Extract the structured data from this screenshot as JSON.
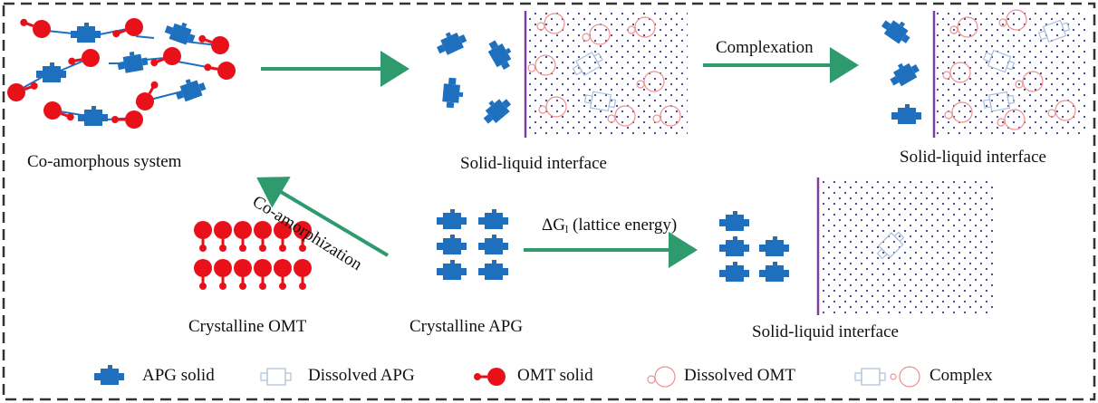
{
  "colors": {
    "apg_solid": "#1f6fbf",
    "dissolved": "#a9bfd9",
    "omt_solid": "#e8111a",
    "dissolved_omt": "#f09090",
    "arrow": "#2e9a6e",
    "interface": "#7b3fa0",
    "dots": "#3b3b8f",
    "border": "#333333"
  },
  "labels": {
    "co_amorphous": "Co-amorphous system",
    "sli_top_mid": "Solid-liquid interface",
    "sli_top_right": "Solid-liquid interface",
    "sli_bottom": "Solid-liquid interface",
    "crystalline_omt": "Crystalline OMT",
    "crystalline_apg": "Crystalline APG",
    "complexation": "Complexation",
    "co_amorphization": "Co-amorphization",
    "delta_g_prefix": "ΔG",
    "delta_g_sub": "l",
    "delta_g_suffix": " (lattice energy)"
  },
  "legend": {
    "apg_solid": "APG solid",
    "dissolved_apg": "Dissolved APG",
    "omt_solid": "OMT solid",
    "dissolved_omt": "Dissolved OMT",
    "complex": "Complex"
  },
  "icons": [
    "apg-solid-icon",
    "dissolved-apg-icon",
    "omt-solid-icon",
    "dissolved-omt-icon",
    "complex-icon"
  ]
}
